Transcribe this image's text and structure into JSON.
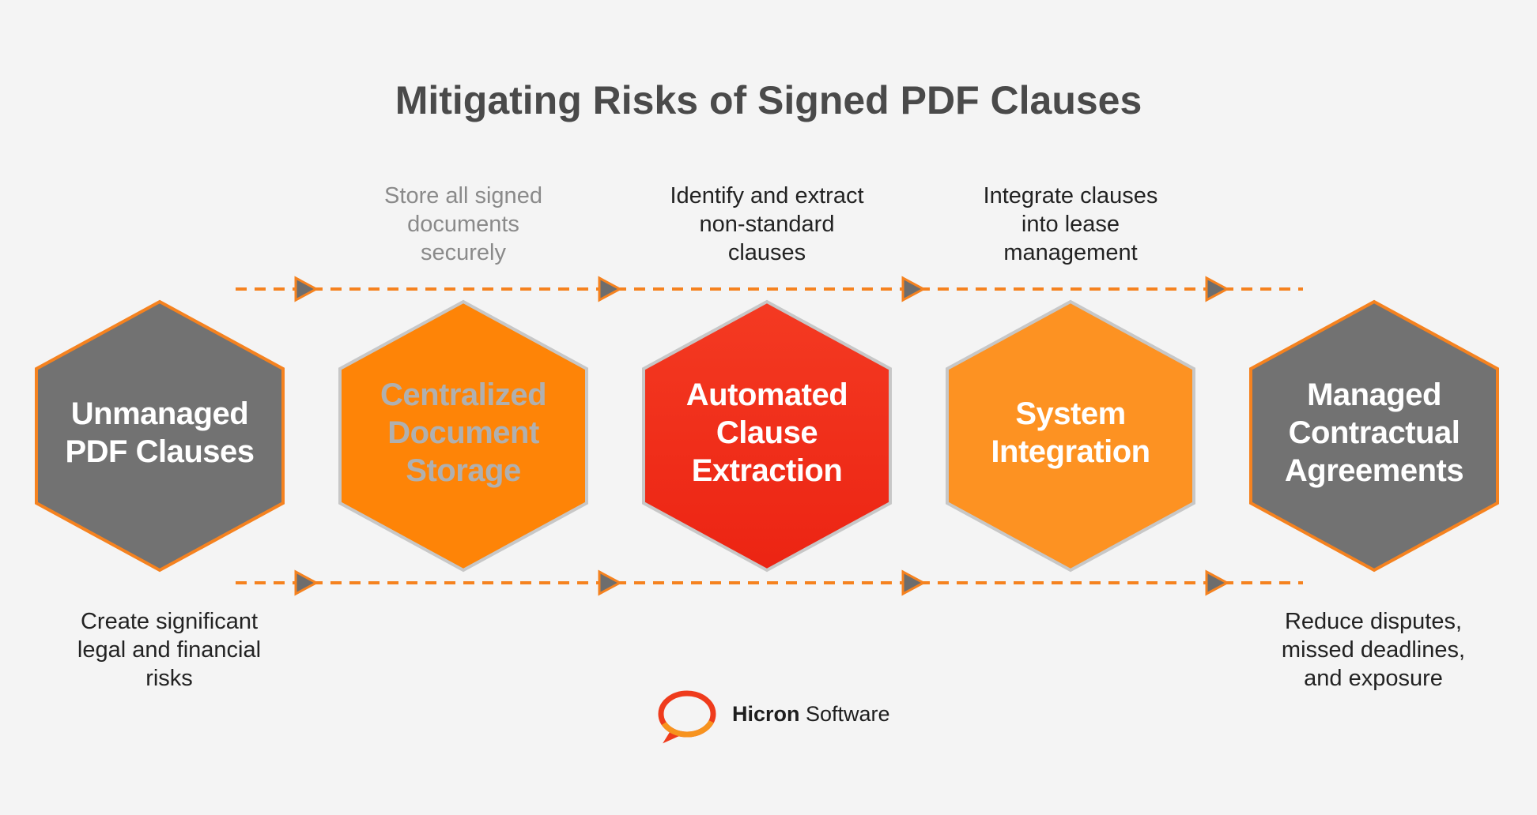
{
  "title": "Mitigating Risks of Signed PDF Clauses",
  "colors": {
    "background": "#f4f4f4",
    "grey_hex": "#727272",
    "orange_hex": "#fe8407",
    "red_hex": "#ec2413",
    "light_orange_hex": "#fd9222",
    "accent_orange": "#f5821f",
    "hex_border_grey": "#c7c7c7",
    "arrow_grey": "#6d6d6d"
  },
  "steps": [
    {
      "label_lines": [
        "Unmanaged",
        "PDF Clauses"
      ],
      "style": "grey"
    },
    {
      "label_lines": [
        "Centralized",
        "Document",
        "Storage"
      ],
      "style": "orange"
    },
    {
      "label_lines": [
        "Automated",
        "Clause",
        "Extraction"
      ],
      "style": "red"
    },
    {
      "label_lines": [
        "System",
        "Integration"
      ],
      "style": "light-orange"
    },
    {
      "label_lines": [
        "Managed",
        "Contractual",
        "Agreements"
      ],
      "style": "grey"
    }
  ],
  "top_captions": [
    {
      "lines": [
        "Store all signed",
        "documents",
        "securely"
      ]
    },
    {
      "lines": [
        "Identify and extract",
        "non-standard",
        "clauses"
      ]
    },
    {
      "lines": [
        "Integrate clauses",
        "into lease",
        "management"
      ]
    }
  ],
  "bottom_captions": [
    {
      "lines": [
        "Create significant",
        "legal and financial",
        "risks"
      ]
    },
    {
      "lines": [
        "Reduce disputes,",
        "missed deadlines,",
        "and exposure"
      ]
    }
  ],
  "logo": {
    "brand": "Hicron",
    "suffix": " Software"
  }
}
